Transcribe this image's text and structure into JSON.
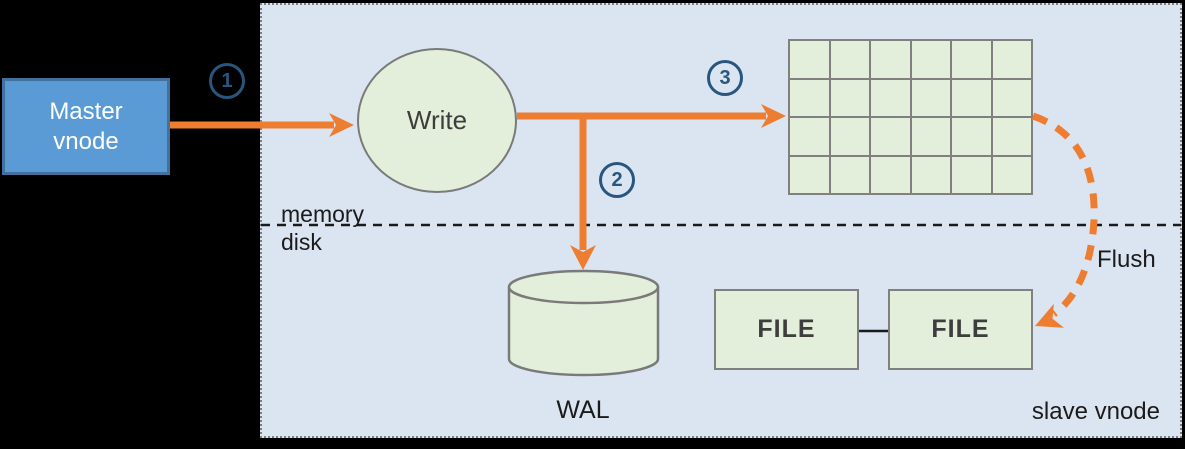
{
  "colors": {
    "background": "#000000",
    "panel_bg": "#dbe5f1",
    "panel_border": "#7f7f7f",
    "node_green": "#e3efda",
    "node_border": "#7a7a7a",
    "master_blue": "#5b9bd5",
    "master_border": "#41719c",
    "arrow_orange": "#ed7d31",
    "step_badge_blue": "#28567f",
    "text_dark": "#1b1b1b"
  },
  "master_vnode": {
    "label": "Master vnode"
  },
  "panel": {
    "label": "slave vnode"
  },
  "steps": [
    {
      "label": "1"
    },
    {
      "label": "2"
    },
    {
      "label": "3"
    }
  ],
  "write": {
    "label": "Write"
  },
  "separator": {
    "above_label": "memory",
    "below_label": "disk"
  },
  "memtable": {
    "rows": 4,
    "cols": 6
  },
  "wal": {
    "label": "WAL"
  },
  "files": [
    {
      "label": "FILE"
    },
    {
      "label": "FILE"
    }
  ],
  "flush": {
    "label": "Flush"
  }
}
